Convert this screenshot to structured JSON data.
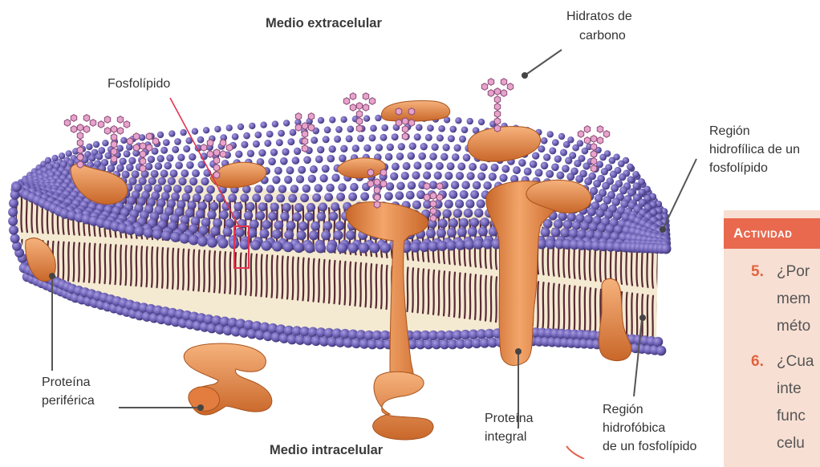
{
  "labels": {
    "extracelular": "Medio extracelular",
    "intracelular": "Medio intracelular",
    "hidratos_line1": "Hidratos de",
    "hidratos_line2": "carbono",
    "fosfolipido": "Fosfolípido",
    "hidrofilica_line1": "Región",
    "hidrofilica_line2": "hidrofílica de un",
    "hidrofilica_line3": "fosfolípido",
    "periferica_line1": "Proteína",
    "periferica_line2": "periférica",
    "integral_line1": "Proteína",
    "integral_line2": "integral",
    "hidrofobica_line1": "Región",
    "hidrofobica_line2": "hidrofóbica",
    "hidrofobica_line3": "de un  fosfolípido"
  },
  "activity": {
    "header": "Actividad",
    "q5_number": "5.",
    "q5_lines": [
      "¿Por",
      "mem",
      "méto"
    ],
    "q6_number": "6.",
    "q6_lines": [
      "¿Cua",
      "inte",
      "func",
      "celu"
    ]
  },
  "colors": {
    "head_fill": "#6f63b8",
    "head_dark": "#3b3270",
    "tail": "#5a2a36",
    "protein": "#ec8a4c",
    "protein_dark": "#b95a22",
    "carbohydrate": "#e6a3cc",
    "accent": "#e8694e",
    "highlight": "#e2334f"
  }
}
